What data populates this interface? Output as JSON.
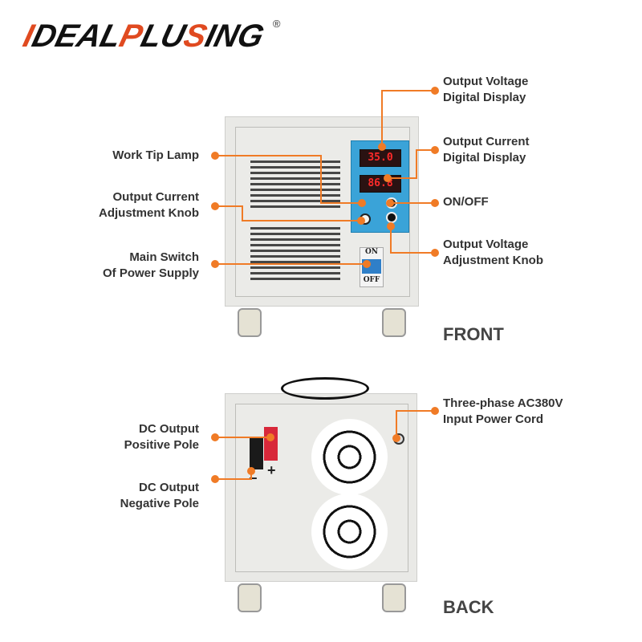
{
  "brand": {
    "logo": "IDEALPLUSING",
    "registered": "®"
  },
  "accent": "#f07b26",
  "front": {
    "section": "FRONT",
    "voltage_display": "35.0",
    "current_display": "86.8",
    "breaker_on": "ON",
    "breaker_off": "OFF",
    "callouts": {
      "work_tip_lamp": "Work Tip Lamp",
      "current_knob_1": "Output Current",
      "current_knob_2": "Adjustment Knob",
      "main_switch_1": "Main Switch",
      "main_switch_2": "Of Power Supply",
      "voltage_display_1": "Output Voltage",
      "voltage_display_2": "Digital Display",
      "current_display_1": "Output Current",
      "current_display_2": "Digital Display",
      "on_off": "ON/OFF",
      "voltage_knob_1": "Output Voltage",
      "voltage_knob_2": "Adjustment Knob"
    }
  },
  "back": {
    "section": "BACK",
    "plus": "+",
    "minus": "−",
    "callouts": {
      "positive_1": "DC Output",
      "positive_2": "Positive Pole",
      "negative_1": "DC Output",
      "negative_2": "Negative Pole",
      "cord_1": "Three-phase AC380V",
      "cord_2": "Input Power Cord"
    }
  }
}
